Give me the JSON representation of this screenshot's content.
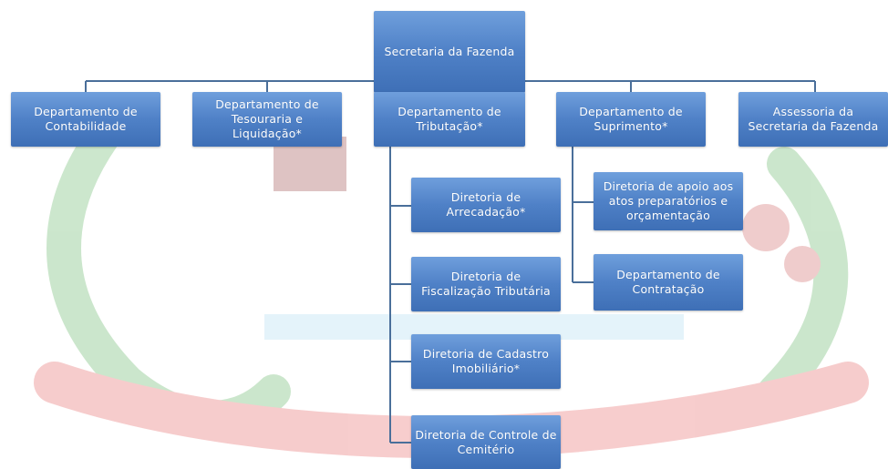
{
  "org_chart": {
    "root": {
      "label": "Secretaria da Fazenda"
    },
    "departments": [
      {
        "key": "contabilidade",
        "label": "Departamento de Contabilidade"
      },
      {
        "key": "tesouraria",
        "label": "Departamento de Tesouraria e Liquidação*"
      },
      {
        "key": "tributacao",
        "label": "Departamento de Tributação*"
      },
      {
        "key": "suprimento",
        "label": "Departamento de Suprimento*"
      },
      {
        "key": "assessoria",
        "label": "Assessoria da Secretaria da Fazenda"
      }
    ],
    "tributacao_children": [
      {
        "key": "arrecadacao",
        "label": "Diretoria de Arrecadação*"
      },
      {
        "key": "fiscalizacao",
        "label": "Diretoria de Fiscalização Tributária"
      },
      {
        "key": "cadastro",
        "label": "Diretoria de Cadastro Imobiliário*"
      },
      {
        "key": "cemiterio",
        "label": "Diretoria de Controle de Cemitério"
      }
    ],
    "suprimento_children": [
      {
        "key": "apoio",
        "label": "Diretoria de apoio aos atos preparatórios e orçamentação"
      },
      {
        "key": "contratacao",
        "label": "Departamento de Contratação"
      }
    ]
  },
  "colors": {
    "box_fill": "#4f81c7",
    "connector": "#4a6f9a",
    "text": "#ffffff"
  }
}
